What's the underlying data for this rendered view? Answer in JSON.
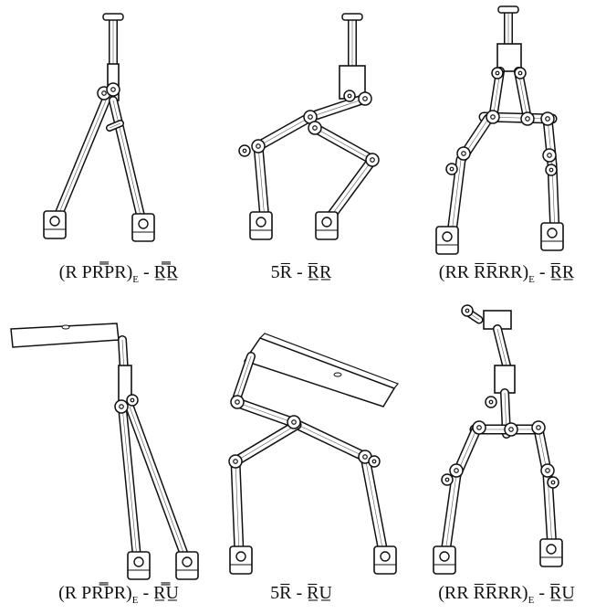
{
  "figure": {
    "panels": [
      {
        "id": "top-left",
        "label_main": "(R PR̿PR)",
        "label_sub": "E",
        "label_tail": " - R̲̿R̲"
      },
      {
        "id": "top-center",
        "label_main": "5R̅ - R̲̅R̲",
        "label_sub": "",
        "label_tail": ""
      },
      {
        "id": "top-right",
        "label_main": "(RR R̅R̅RR)",
        "label_sub": "E",
        "label_tail": " - R̲̅R̲"
      },
      {
        "id": "bottom-left",
        "label_main": "(R PR̿PR)",
        "label_sub": "E",
        "label_tail": " - R̲̿U̲"
      },
      {
        "id": "bottom-center",
        "label_main": "5R̅ - R̲̅U̲",
        "label_sub": "",
        "label_tail": ""
      },
      {
        "id": "bottom-right",
        "label_main": "(RR R̅R̅RR)",
        "label_sub": "E",
        "label_tail": " - R̲̅U̲"
      }
    ]
  }
}
